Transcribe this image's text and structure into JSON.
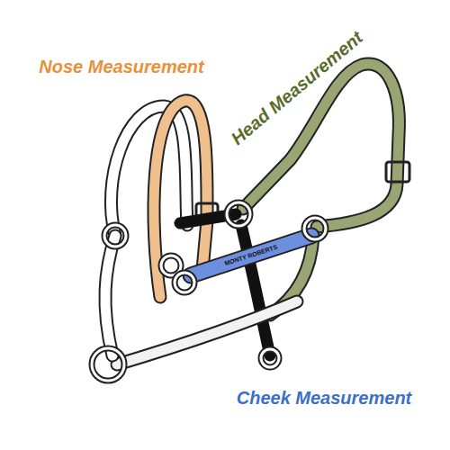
{
  "diagram": {
    "labels": [
      "Nose Measurement",
      "Head Measurement",
      "Cheek Measurement",
      "MONTY ROBERTS"
    ]
  }
}
